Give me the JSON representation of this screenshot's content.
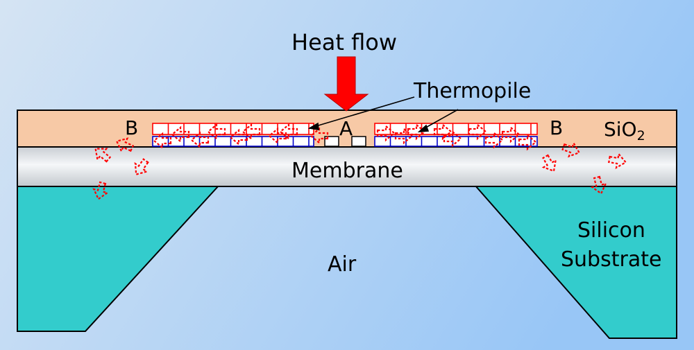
{
  "labels": {
    "heat_flow": "Heat flow",
    "thermopile": "Thermopile",
    "region_a": "A",
    "region_b_left": "B",
    "region_b_right": "B",
    "sio2_base": "SiO",
    "sio2_sub": "2",
    "membrane": "Membrane",
    "air": "Air",
    "silicon_line1": "Silicon",
    "silicon_line2": "Substrate"
  },
  "colors": {
    "background_left": "#ccdff4",
    "background_right": "#9ec9f6",
    "sio2": "#f7c9a6",
    "membrane_light": "#f4f6f8",
    "membrane_dark": "#c6cbd0",
    "substrate": "#33cccc",
    "heat_arrow": "#ff0000",
    "thermopile_top": "#ff0000",
    "thermopile_bottom": "#0000cc",
    "heat_spread": "#ff0000"
  }
}
